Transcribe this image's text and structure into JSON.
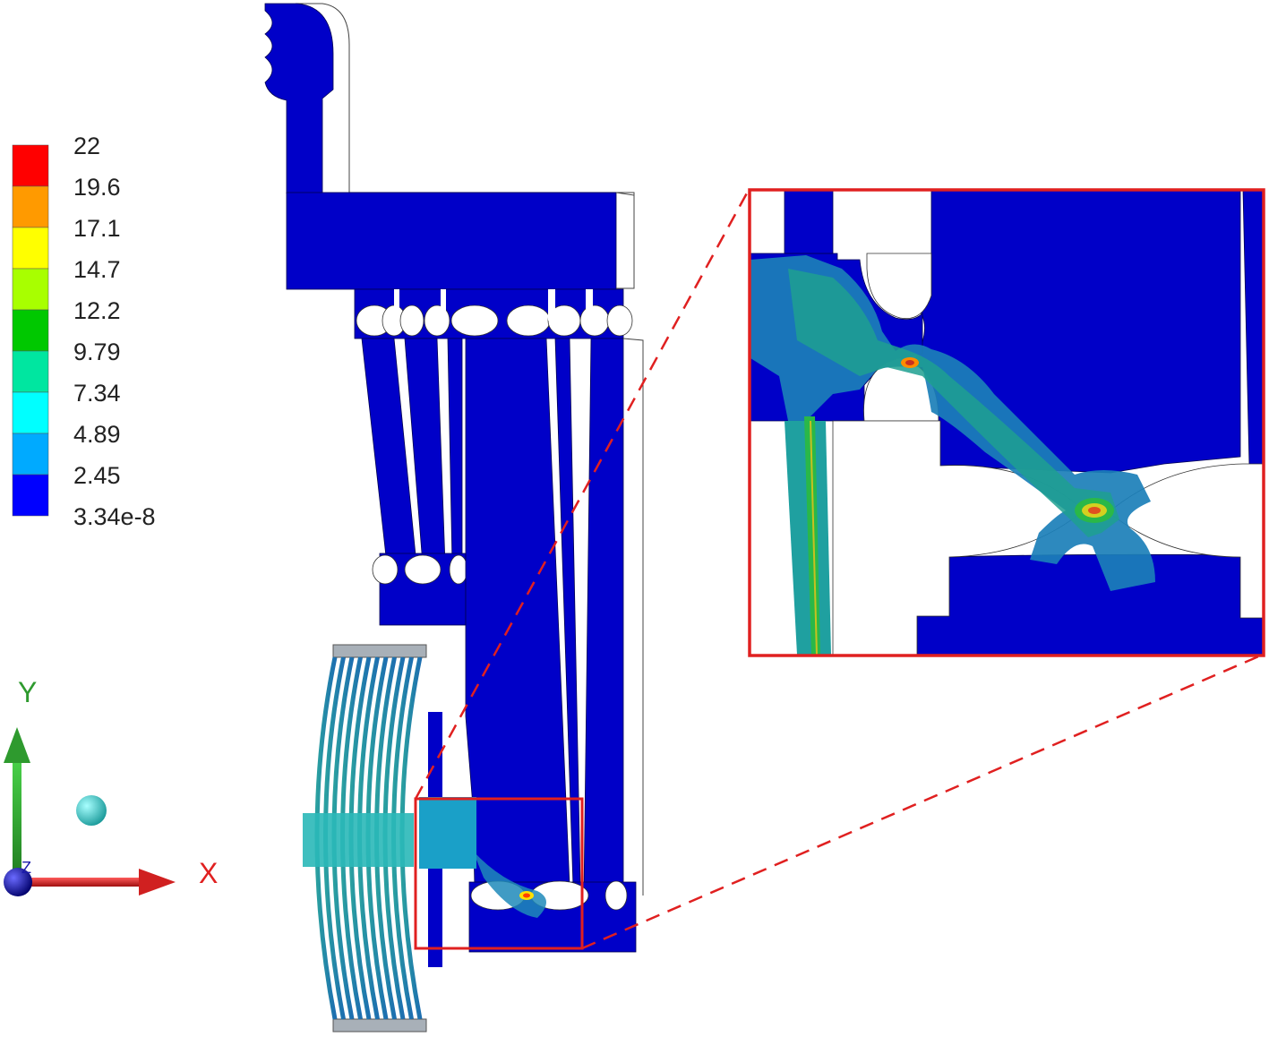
{
  "legend": {
    "labels": [
      "22",
      "19.6",
      "17.1",
      "14.7",
      "12.2",
      "9.79",
      "7.34",
      "4.89",
      "2.45",
      "3.34e-8"
    ],
    "colors": [
      "#ff0000",
      "#ff9a00",
      "#ffff00",
      "#a8ff00",
      "#00c800",
      "#00e6a0",
      "#00ffff",
      "#00aaff",
      "#0000ff"
    ]
  },
  "axes": {
    "y_label": "Y",
    "x_label": "X",
    "z_label": "Z",
    "y_color": "#2e9a2e",
    "x_color": "#e02020",
    "z_color": "#1a1aaa"
  },
  "zoom": {
    "frame_color": "#e02020"
  }
}
